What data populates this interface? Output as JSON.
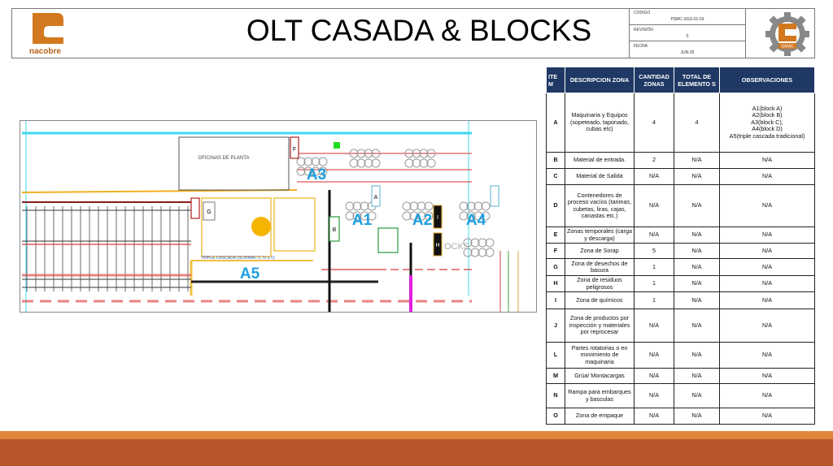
{
  "header": {
    "brand": "nacobre",
    "title": "OLT CASADA & BLOCKS",
    "codigo_label": "CODIGO",
    "codigo_value": "PSMC-SGS-01-03",
    "revision_label": "REVISIÓN",
    "revision_value": "0",
    "fecha_label": "FECHA",
    "fecha_value": "JUN-25",
    "simac_logo_text": "SIMAC"
  },
  "colors": {
    "brand_orange": "#d2791f",
    "table_header": "#1f3864",
    "area_label": "#1ea0e0",
    "footer_dark": "#b9552a",
    "footer_light": "#e0863d"
  },
  "plan": {
    "areas": [
      "A1",
      "A2",
      "A3",
      "A4",
      "A5"
    ],
    "offices": "OFICINAS DE PLANTA",
    "cascade": "TRIPLE CASCADA (SCHIMAC II, IV y V)",
    "blocks": "OCKS",
    "zone_letters": {
      "f": "F",
      "g": "G",
      "b": "B",
      "a": "A",
      "i": "I",
      "h": "H"
    }
  },
  "table": {
    "headers": [
      "ITE M",
      "DESCRIPCION ZONA",
      "CANTIDAD ZONAS",
      "TOTAL DE ELEMENTO S",
      "OBSERVACIONES"
    ],
    "rows": [
      {
        "item": "A",
        "desc": "Maquinaria y Equipos (sopeteado, taponado, cubas etc)",
        "cant": "4",
        "total": "4",
        "obs": [
          "A1(block A)",
          "A2(block B)",
          "A3(block C),",
          "A4(block D)",
          "A5(triple cascada tradicional)"
        ]
      },
      {
        "item": "B",
        "desc": "Material de entrada.",
        "cant": "2",
        "total": "N/A",
        "obs": "N/A"
      },
      {
        "item": "C",
        "desc": "Material de Salida",
        "cant": "N/A",
        "total": "N/A",
        "obs": "N/A"
      },
      {
        "item": "D",
        "desc": "Contenedores de proceso vacíos (tarimas, cubetas, liras, cajas, canastas etc.)",
        "cant": "N/A",
        "total": "N/A",
        "obs": "N/A"
      },
      {
        "item": "E",
        "desc": "Zonas temporales (carga y descarga)",
        "cant": "N/A",
        "total": "N/A",
        "obs": "N/A"
      },
      {
        "item": "F",
        "desc": "Zona de Sorap",
        "cant": "5",
        "total": "N/A",
        "obs": "N/A"
      },
      {
        "item": "G",
        "desc": "Zona de desechos de basura",
        "cant": "1",
        "total": "N/A",
        "obs": "N/A"
      },
      {
        "item": "H",
        "desc": "Zona de residuos peligrosos",
        "cant": "1",
        "total": "N/A",
        "obs": "N/A"
      },
      {
        "item": "I",
        "desc": "Zona de químicos",
        "cant": "1",
        "total": "N/A",
        "obs": "N/A"
      },
      {
        "item": "J",
        "desc": "Zona de productos por inspección y materiales por reprocesar",
        "cant": "N/A",
        "total": "N/A",
        "obs": "N/A"
      },
      {
        "item": "L",
        "desc": "Partes rotatorias o en movimiento de maquinaria",
        "cant": "N/A",
        "total": "N/A",
        "obs": "N/A"
      },
      {
        "item": "M",
        "desc": "Grúa/ Montacargas",
        "cant": "N/A",
        "total": "N/A",
        "obs": "N/A"
      },
      {
        "item": "N",
        "desc": "Rampa para embarques y basculas",
        "cant": "N/A",
        "total": "N/A",
        "obs": "N/A"
      },
      {
        "item": "O",
        "desc": "Zona de empaque",
        "cant": "N/A",
        "total": "N/A",
        "obs": "N/A"
      }
    ]
  }
}
